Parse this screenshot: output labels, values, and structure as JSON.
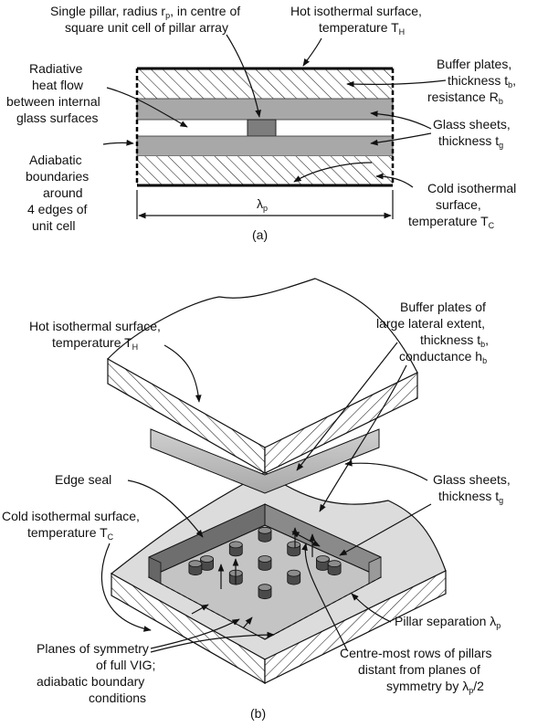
{
  "diagram_a": {
    "caption": "(a)",
    "labels": {
      "pillar_1": "Single pillar, radius r",
      "pillar_1_sub": "p",
      "pillar_1_end": ", in centre of",
      "pillar_2": "square unit cell of pillar array",
      "hot_1": "Hot isothermal surface,",
      "hot_2": "temperature T",
      "hot_sub": "H",
      "radiative_1": "Radiative",
      "radiative_2": "heat flow",
      "radiative_3": "between internal",
      "radiative_4": "glass surfaces",
      "buffer_1": "Buffer plates,",
      "buffer_2": "thickness t",
      "buffer_2_sub": "b",
      "buffer_2_end": ",",
      "buffer_3": "resistance R",
      "buffer_3_sub": "b",
      "glass_1": "Glass sheets,",
      "glass_2": "thickness t",
      "glass_2_sub": "g",
      "adiabatic_1": "Adiabatic",
      "adiabatic_2": "boundaries",
      "adiabatic_3": "around",
      "adiabatic_4": "4 edges of",
      "adiabatic_5": "unit cell",
      "cold_1": "Cold isothermal",
      "cold_2": "surface,",
      "cold_3": "temperature T",
      "cold_sub": "C",
      "lambda": "λ",
      "lambda_sub": "p"
    }
  },
  "diagram_b": {
    "caption": "(b)",
    "labels": {
      "hot_1": "Hot isothermal surface,",
      "hot_2": "temperature T",
      "hot_sub": "H",
      "buffer_1": "Buffer plates of",
      "buffer_2": "large lateral extent,",
      "buffer_3": "thickness t",
      "buffer_3_sub": "b",
      "buffer_3_end": ",",
      "buffer_4": "conductance h",
      "buffer_4_sub": "b",
      "edge_seal": "Edge seal",
      "glass_1": "Glass sheets,",
      "glass_2": "thickness t",
      "glass_2_sub": "g",
      "cold_1": "Cold isothermal surface,",
      "cold_2": "temperature T",
      "cold_sub": "C",
      "pillar_sep": "Pillar separation λ",
      "pillar_sep_sub": "p",
      "planes_1": "Planes of symmetry",
      "planes_2": "of full VIG;",
      "planes_3": "adiabatic boundary",
      "planes_4": "conditions",
      "centre_1": "Centre-most rows of pillars",
      "centre_2": "distant from planes of",
      "centre_3": "symmetry by λ",
      "centre_3_sub": "p",
      "centre_3_end": "/2"
    }
  }
}
